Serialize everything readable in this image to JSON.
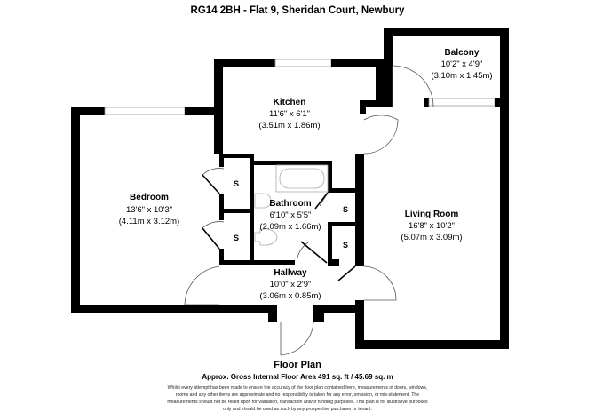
{
  "title": "RG14 2BH - Flat 9, Sheridan Court, Newbury",
  "rooms": {
    "balcony": {
      "name": "Balcony",
      "imperial": "10'2\" x 4'9\"",
      "metric": "(3.10m x 1.45m)"
    },
    "kitchen": {
      "name": "Kitchen",
      "imperial": "11'6\" x 6'1\"",
      "metric": "(3.51m x 1.86m)"
    },
    "bedroom": {
      "name": "Bedroom",
      "imperial": "13'6\" x 10'3\"",
      "metric": "(4.11m x 3.12m)"
    },
    "bathroom": {
      "name": "Bathroom",
      "imperial": "6'10\" x 5'5\"",
      "metric": "(2.09m x 1.66m)"
    },
    "living": {
      "name": "Living Room",
      "imperial": "16'8\" x 10'2\"",
      "metric": "(5.07m x 3.09m)"
    },
    "hallway": {
      "name": "Hallway",
      "imperial": "10'0\" x 2'9\"",
      "metric": "(3.06m x 0.85m)"
    }
  },
  "storage_label": "S",
  "plan_label": "Floor Plan",
  "area": "Approx. Gross Internal Floor Area 491 sq. ft / 45.69 sq. m",
  "disclaimer": [
    "Whilst every attempt has been made to ensure the accuracy of the floor plan contained here, measurements of doors, windows,",
    "rooms and any other items are approximate and no responsibility is taken for any error, omission, or mis-statement. The",
    "measurements should not be relied upon for valuation, transaction and/or funding purposes. This plan is for illustrative purposes",
    "only and should be used as such by any prospective purchaser or tenant."
  ]
}
